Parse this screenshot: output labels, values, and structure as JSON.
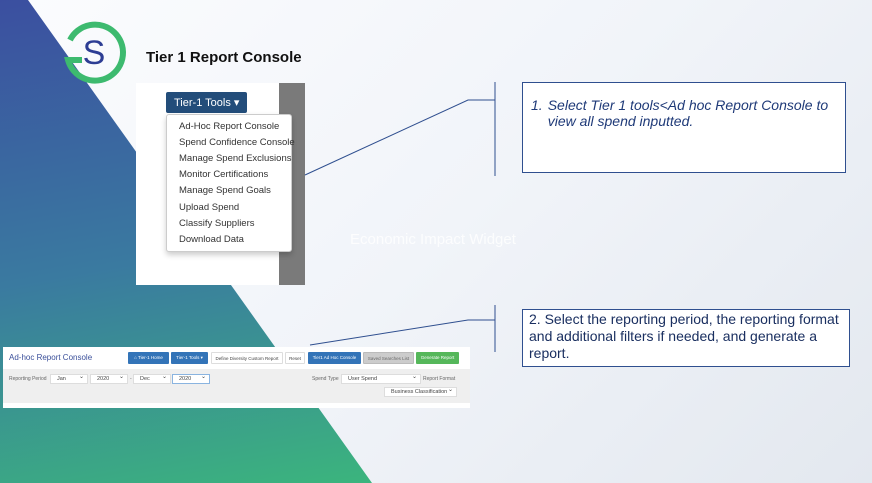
{
  "header": {
    "title": "Tier 1 Report Console",
    "logo_letter": "S"
  },
  "background_text": "Economic Impact Widget",
  "dropdown": {
    "button": "Tier-1 Tools ▾",
    "items": [
      "Ad-Hoc Report Console",
      "Spend Confidence Console",
      "Manage Spend Exclusions",
      "Monitor Certifications",
      "Manage Spend Goals",
      "Upload Spend",
      "Classify Suppliers",
      "Download Data"
    ]
  },
  "step1": {
    "num": "1.",
    "text": "Select Tier 1 tools<Ad hoc Report Console to view all spend inputted."
  },
  "step2": {
    "text": "2. Select the reporting period, the reporting format and additional filters if needed, and generate a report."
  },
  "console": {
    "title": "Ad-hoc Report Console",
    "buttons": {
      "home": "⌂ Tier-1 Home",
      "tools": "Tier-1 Tools ▾",
      "define": "Define Diversity Custom Report",
      "reset": "Reset",
      "adhoc": "Tier1 Ad Hoc Console",
      "saved": "Saved Searches List",
      "generate": "Generate Report"
    },
    "reporting_period_label": "Reporting Period",
    "start_month": "Jan",
    "start_year": "2020",
    "dash": "-",
    "end_month": "Dec",
    "end_year": "2020",
    "spend_type_label": "Spend Type",
    "spend_type": "User Spend",
    "report_format_label": "Report Format",
    "report_format": "Business Classification"
  }
}
